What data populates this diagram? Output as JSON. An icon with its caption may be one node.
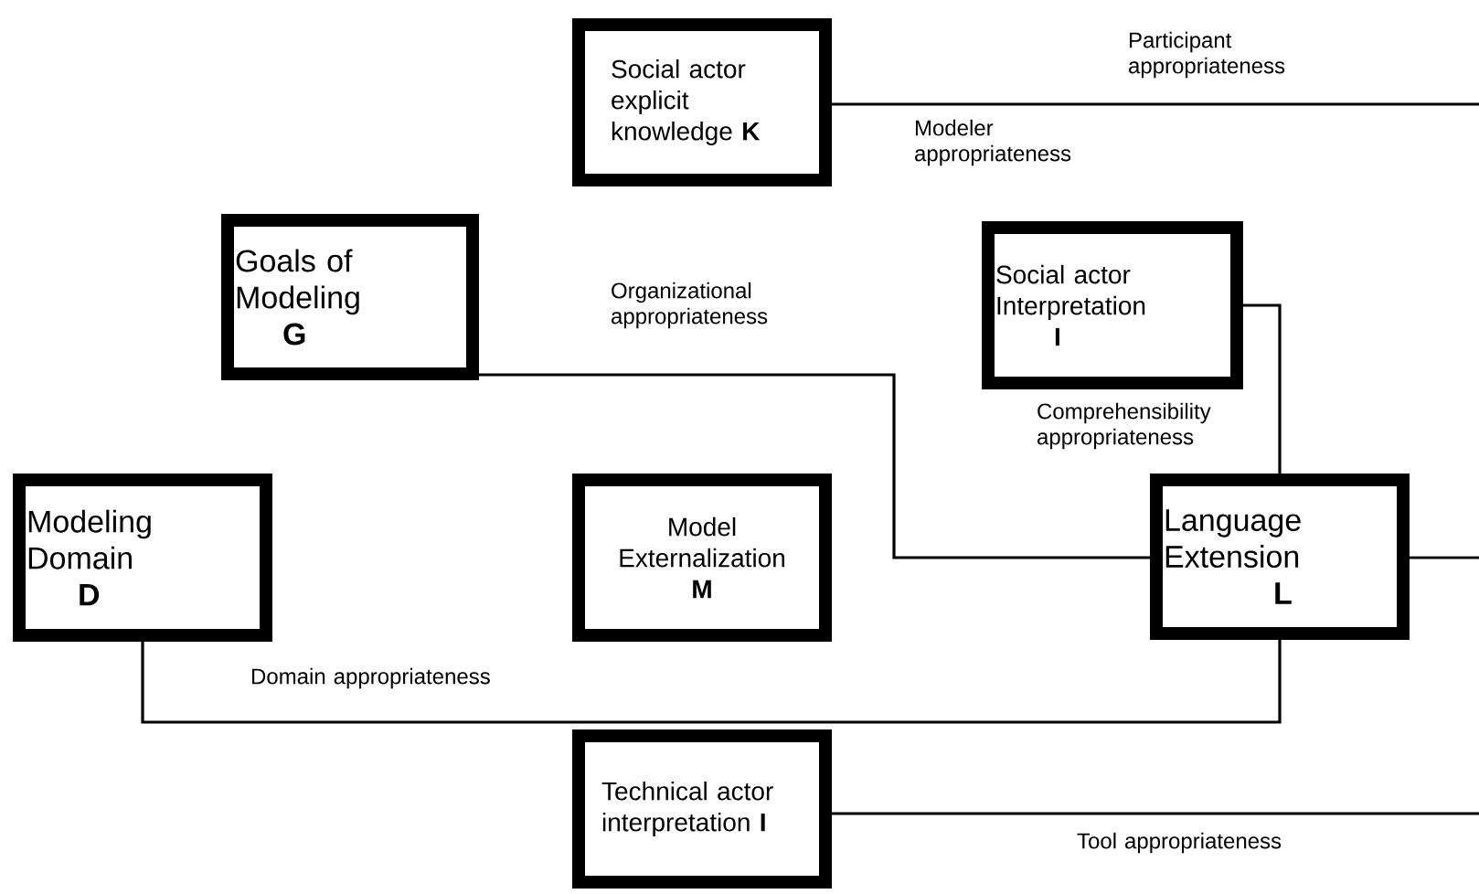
{
  "diagram": {
    "nodes": [
      {
        "text": [
          "Social actor explicit knowledge **K**"
        ]
      },
      {
        "text": [
          "Goals of Modeling",
          "G"
        ]
      },
      {
        "text": [
          "Social actor Interpretation",
          "I"
        ]
      },
      {
        "text": [
          "Modeling Domain",
          "D"
        ]
      },
      {
        "text": [
          "Model Externalization",
          "M"
        ]
      },
      {
        "text": [
          "Language Extension",
          "L"
        ]
      },
      {
        "text": [
          "Technical actor interpretation **I**"
        ]
      }
    ],
    "edges": [
      {
        "from": 0,
        "to": null,
        "arrow": "none",
        "label": "Participant appropriateness"
      },
      {
        "from": 1,
        "to": 5,
        "arrow": "none",
        "label": "Organizational appropriateness"
      },
      {
        "from": 2,
        "to": 5,
        "arrow": "none",
        "label": "Comprehensibility appropriateness"
      },
      {
        "from": 3,
        "to": 5,
        "arrow": "none",
        "label": "Domain appropriateness"
      },
      {
        "from": 5,
        "to": null,
        "arrow": "none"
      },
      {
        "from": 6,
        "to": null,
        "arrow": "none",
        "label": "Tool appropriateness"
      }
    ],
    "labels": [
      "Modeler appropriateness"
    ]
  }
}
